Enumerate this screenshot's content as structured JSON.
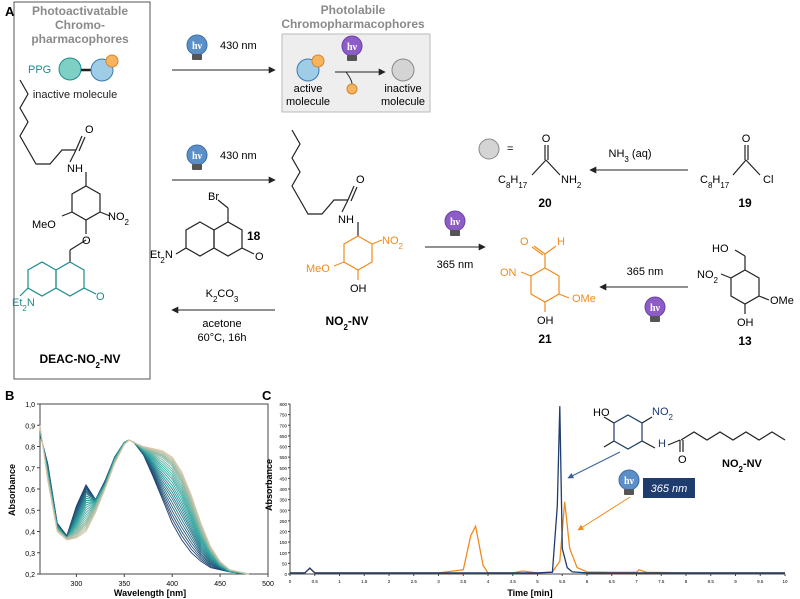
{
  "colors": {
    "teal": "#1e8c8c",
    "orange": "#f08c1e",
    "navy": "#1f3c6e",
    "purple": "#7b4fb5",
    "bulb_blue": "#5b8fc7",
    "gray_text": "#8a8a8a",
    "spectrum_start": "#1f3c6e",
    "spectrum_end": "#d8c6a8"
  },
  "panel_a": {
    "label": "A",
    "box_title_line1": "Photoactivatable",
    "box_title_line2": "Chromo-",
    "box_title_line3": "pharmacophores",
    "ppg": "PPG",
    "inactive_molecule": "inactive molecule",
    "photolabile_title_line1": "Photolabile",
    "photolabile_title_line2": "Chromopharmacophores",
    "active_line1": "active",
    "active_line2": "molecule",
    "inactive_line1": "inactive",
    "inactive_line2": "molecule",
    "hv": "hν",
    "nm430": "430 nm",
    "nm365": "365 nm",
    "equals": "=",
    "nh3": "NH3 (aq)",
    "c8h17": "C8H17",
    "nh2": "NH2",
    "cl": "Cl",
    "o": "O",
    "h": "H",
    "n_h": "H",
    "compound_20": "20",
    "compound_19": "19",
    "compound_18": "18",
    "compound_21": "21",
    "compound_13": "13",
    "no2": "NO2",
    "meo": "MeO",
    "ome": "OMe",
    "oh": "OH",
    "ho": "HO",
    "br": "Br",
    "on": "ON",
    "et2n": "Et2N",
    "nh": "NH",
    "deac_name": "DEAC-NO2-NV",
    "nv_name": "NO2-NV",
    "k2co3": "K2CO3",
    "acetone": "acetone",
    "conditions": "60°C, 16h"
  },
  "panel_b": {
    "label": "B",
    "ylabel": "Absorbance",
    "xlabel": "Wavelength [nm]",
    "y_ticks": [
      "1,0",
      "0,9",
      "0,8",
      "0,7",
      "0,6",
      "0,5",
      "0,4",
      "0,3",
      "0,2"
    ],
    "x_ticks": [
      "300",
      "350",
      "400",
      "450",
      "500"
    ]
  },
  "panel_c": {
    "label": "C",
    "ylabel": "Absorbance",
    "xlabel": "Time [min]",
    "y_ticks": [
      "800",
      "750",
      "700",
      "650",
      "600",
      "550",
      "500",
      "450",
      "400",
      "350",
      "300",
      "250",
      "200",
      "150",
      "100",
      "50",
      "0"
    ],
    "x_ticks": [
      "0",
      "0.5",
      "1",
      "1.5",
      "2",
      "2.5",
      "3",
      "3.5",
      "4",
      "4.5",
      "5",
      "5.5",
      "6",
      "6.5",
      "7",
      "7.5",
      "8",
      "8.5",
      "9",
      "9.5",
      "10"
    ],
    "structure_label": "NO2-NV",
    "lamp_label": "365 nm"
  },
  "chart_data": [
    {
      "type": "line",
      "title": "",
      "xlabel": "Wavelength [nm]",
      "ylabel": "Absorbance",
      "xlim": [
        262,
        500
      ],
      "ylim": [
        0.2,
        1.0
      ],
      "series": [
        {
          "x": [
            262,
            270,
            280,
            290,
            300,
            310,
            320,
            330,
            340,
            350,
            355,
            360,
            370,
            380,
            390,
            400,
            410,
            420,
            430,
            440,
            450,
            460,
            480
          ],
          "y": [
            0.86,
            0.72,
            0.44,
            0.38,
            0.52,
            0.62,
            0.55,
            0.64,
            0.75,
            0.82,
            0.83,
            0.82,
            0.76,
            0.66,
            0.55,
            0.44,
            0.36,
            0.3,
            0.26,
            0.23,
            0.22,
            0.21,
            0.2
          ]
        },
        {
          "x": [
            262,
            270,
            280,
            290,
            300,
            310,
            320,
            330,
            340,
            350,
            355,
            360,
            370,
            380,
            390,
            400,
            410,
            420,
            430,
            440,
            450,
            460,
            480
          ],
          "y": [
            0.87,
            0.7,
            0.43,
            0.37,
            0.48,
            0.58,
            0.55,
            0.63,
            0.75,
            0.82,
            0.83,
            0.82,
            0.77,
            0.7,
            0.62,
            0.55,
            0.47,
            0.39,
            0.31,
            0.26,
            0.23,
            0.21,
            0.2
          ]
        },
        {
          "x": [
            262,
            270,
            280,
            290,
            300,
            310,
            320,
            330,
            340,
            350,
            355,
            360,
            370,
            380,
            390,
            400,
            410,
            420,
            430,
            440,
            450,
            460,
            480
          ],
          "y": [
            0.88,
            0.68,
            0.42,
            0.37,
            0.44,
            0.52,
            0.54,
            0.62,
            0.74,
            0.82,
            0.83,
            0.82,
            0.78,
            0.74,
            0.69,
            0.64,
            0.56,
            0.46,
            0.36,
            0.29,
            0.24,
            0.21,
            0.2
          ]
        },
        {
          "x": [
            262,
            270,
            280,
            290,
            300,
            310,
            320,
            330,
            340,
            350,
            355,
            360,
            370,
            380,
            390,
            400,
            410,
            420,
            430,
            440,
            450,
            460,
            480
          ],
          "y": [
            0.89,
            0.66,
            0.41,
            0.37,
            0.4,
            0.45,
            0.52,
            0.61,
            0.73,
            0.81,
            0.83,
            0.82,
            0.79,
            0.77,
            0.75,
            0.71,
            0.63,
            0.52,
            0.4,
            0.31,
            0.25,
            0.22,
            0.2
          ]
        },
        {
          "x": [
            262,
            270,
            280,
            290,
            300,
            310,
            320,
            330,
            340,
            350,
            355,
            360,
            370,
            380,
            390,
            400,
            410,
            420,
            430,
            440,
            450,
            460,
            480
          ],
          "y": [
            0.9,
            0.64,
            0.4,
            0.36,
            0.37,
            0.4,
            0.49,
            0.6,
            0.72,
            0.81,
            0.83,
            0.82,
            0.8,
            0.79,
            0.78,
            0.75,
            0.68,
            0.57,
            0.44,
            0.33,
            0.26,
            0.22,
            0.2
          ]
        }
      ]
    },
    {
      "type": "line",
      "title": "",
      "xlabel": "Time [min]",
      "ylabel": "Absorbance",
      "xlim": [
        0,
        10
      ],
      "ylim": [
        0,
        800
      ],
      "series": [
        {
          "x": [
            0,
            0.3,
            0.4,
            0.5,
            1,
            2,
            3,
            3.5,
            4,
            4.5,
            5,
            5.3,
            5.4,
            5.45,
            5.5,
            5.6,
            5.7,
            6,
            7,
            8,
            9,
            10
          ],
          "y": [
            5,
            5,
            28,
            5,
            5,
            5,
            5,
            5,
            5,
            5,
            5,
            8,
            320,
            790,
            120,
            30,
            10,
            5,
            5,
            5,
            5,
            5
          ]
        },
        {
          "x": [
            0,
            0.3,
            0.4,
            0.5,
            1,
            2,
            3,
            3.5,
            3.65,
            3.75,
            3.9,
            4,
            4.5,
            4.7,
            5,
            5.3,
            5.45,
            5.55,
            5.65,
            5.8,
            6,
            6.5,
            7,
            7.05,
            7.2,
            8,
            9,
            10
          ],
          "y": [
            5,
            5,
            26,
            5,
            5,
            5,
            5,
            20,
            180,
            225,
            40,
            5,
            5,
            14,
            5,
            10,
            60,
            340,
            120,
            30,
            10,
            8,
            8,
            20,
            8,
            5,
            5,
            5
          ]
        }
      ]
    }
  ]
}
